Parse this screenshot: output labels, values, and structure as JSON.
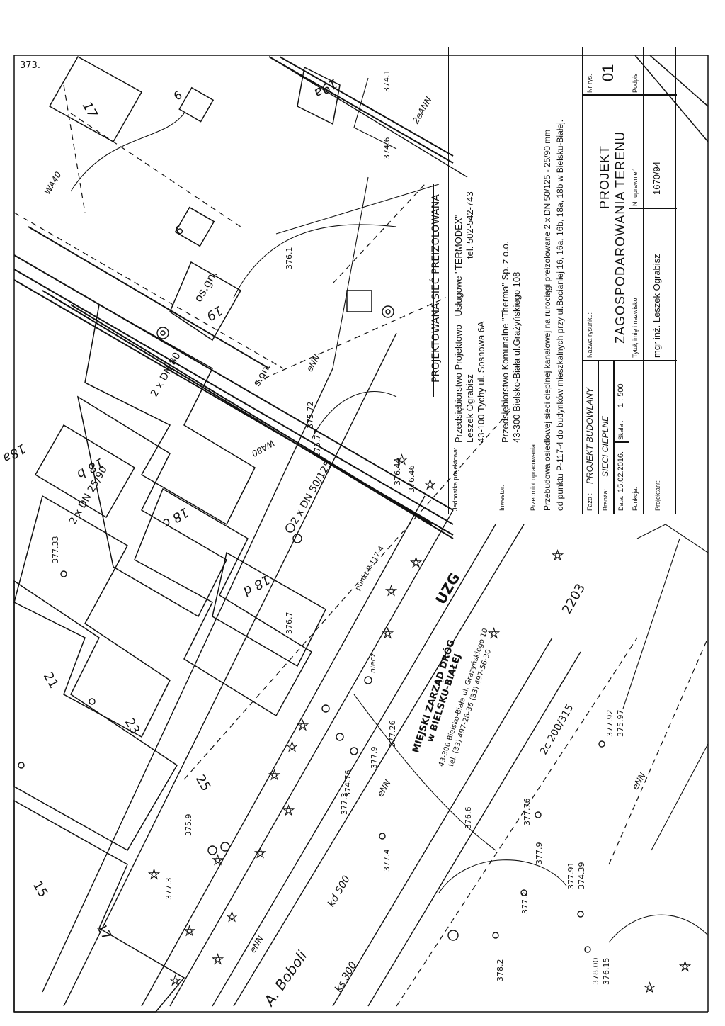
{
  "page_mark": "373.",
  "map": {
    "legend_line_label": "PROJEKTOWANA SIEĆ PREIZOLOWANA",
    "street_label": "A. Boboli",
    "labels": {
      "b18a": "18a",
      "b18b": "18 b",
      "b18c": "18 c",
      "b18d": "18 d",
      "b19": "19",
      "b19a": "19a",
      "b17": "17",
      "b15": "15",
      "b21": "21",
      "b23": "23",
      "b25": "25",
      "b9a": "9",
      "b9b": "9",
      "pipe_dn25": "2 x DN 25/90",
      "pipe_dn50": "2 x DN 50/125",
      "pipe_dn80": "2 x DN 80",
      "pipe_2c200": "2c 200/315",
      "wa80": "WA80",
      "wa40": "WA40",
      "ks300": "ks 300",
      "kd500": "kd 500",
      "eNN_1": "eNN",
      "eNN_2": "eNN",
      "eNN_3": "eNN",
      "eNN_4": "eNN",
      "zeANN": "2eANN",
      "osgn": "os.gn.",
      "sgn": "s.gn.",
      "elev_1": "376.1",
      "elev_2": "376.7",
      "elev_3": "377.33",
      "elev_4": "374.1",
      "elev_5": "374.6",
      "elev_6": "375.72",
      "elev_7": "375.77",
      "elev_8": "376.44",
      "elev_9": "376.46",
      "elev_10": "377.9",
      "elev_11": "377.3",
      "elev_12": "377.4",
      "elev_13": "377.3",
      "elev_14": "377.2",
      "elev_15": "378.2",
      "elev_16": "377.26",
      "elev_17": "376.6",
      "elev_18": "377.92",
      "elev_19": "375.97",
      "elev_20": "377.9",
      "elev_21": "377.91",
      "elev_22": "374.39",
      "elev_23": "377.76",
      "elev_24": "378.00",
      "elev_25": "376.15",
      "elev_26": "374.76",
      "elev_27": "375.9",
      "punkt": "punkt P-117-4",
      "niecz": "niecz",
      "stamp1": "MIEJSKI ZARZĄD DRÓG",
      "stamp2": "w BIELSKU-BIAŁEJ",
      "stamp3": "43-300 Bielsko-Biała ul. Grażyńskiego 10",
      "stamp4": "tel. (33) 497-28-36 (33) 497-56-30",
      "uzg": "UZG",
      "num_2203": "2203"
    }
  },
  "title_block": {
    "jednostka_label": "Jednostka projektowa:",
    "jednostka_value1": "Przedsiębiorstwo Projektowo - Usługowe \"TERMODEX\"",
    "jednostka_value2": "Leszek Ograbisz",
    "jednostka_tel": "tel. 502-542-743",
    "jednostka_value3": "43-100 Tychy ul. Sosnowa 6A",
    "inwestor_label": "Inwestor:",
    "inwestor_value1": "Przedsiębiorstwo Komunalne \"Therma\" Sp. z o.o.",
    "inwestor_value2": "43-300 Bielsko-Biała ul.Grażyńskiego 108",
    "przedmiot_label": "Przedmiot opracowania:",
    "przedmiot_value1": "Przebudowa osiedlowej sieci cieplnej kanałowej na rurociągi preizolowane 2 x DN 50/125 - 25/90 mm",
    "przedmiot_value2": "od punktu P-117-4 do budynków mieszkalnych przy ul.Bocianiej 16, 16a, 16b, 18a, 18b w Bielsku-Białej.",
    "faza_label": "Faza :",
    "faza_value": "PROJEKT BUDOWLANY",
    "branza_label": "Branża:",
    "branza_value": "SIECI CIEPLNE",
    "data_label": "Data:",
    "data_value": "15.02.2016.",
    "skala_label": "Skala :",
    "skala_value": "1 : 500",
    "nazwa_label": "Nazwa rysunku:",
    "nazwa_value1": "PROJEKT",
    "nazwa_value2": "ZAGOSPODAROWANIA  TERENU",
    "nrrys_label": "Nr rys.",
    "nrrys_value": "01",
    "funkcja_label": "Funkcja:",
    "projektant_label": "Projektant:",
    "tytul_label": "Tytuł, imię i nazwisko",
    "tytul_value": "mgr inż. Leszek Ograbisz",
    "nrupr_label": "Nr uprawnień",
    "nrupr_value": "1670/94",
    "podpis_label": "Podpis"
  }
}
